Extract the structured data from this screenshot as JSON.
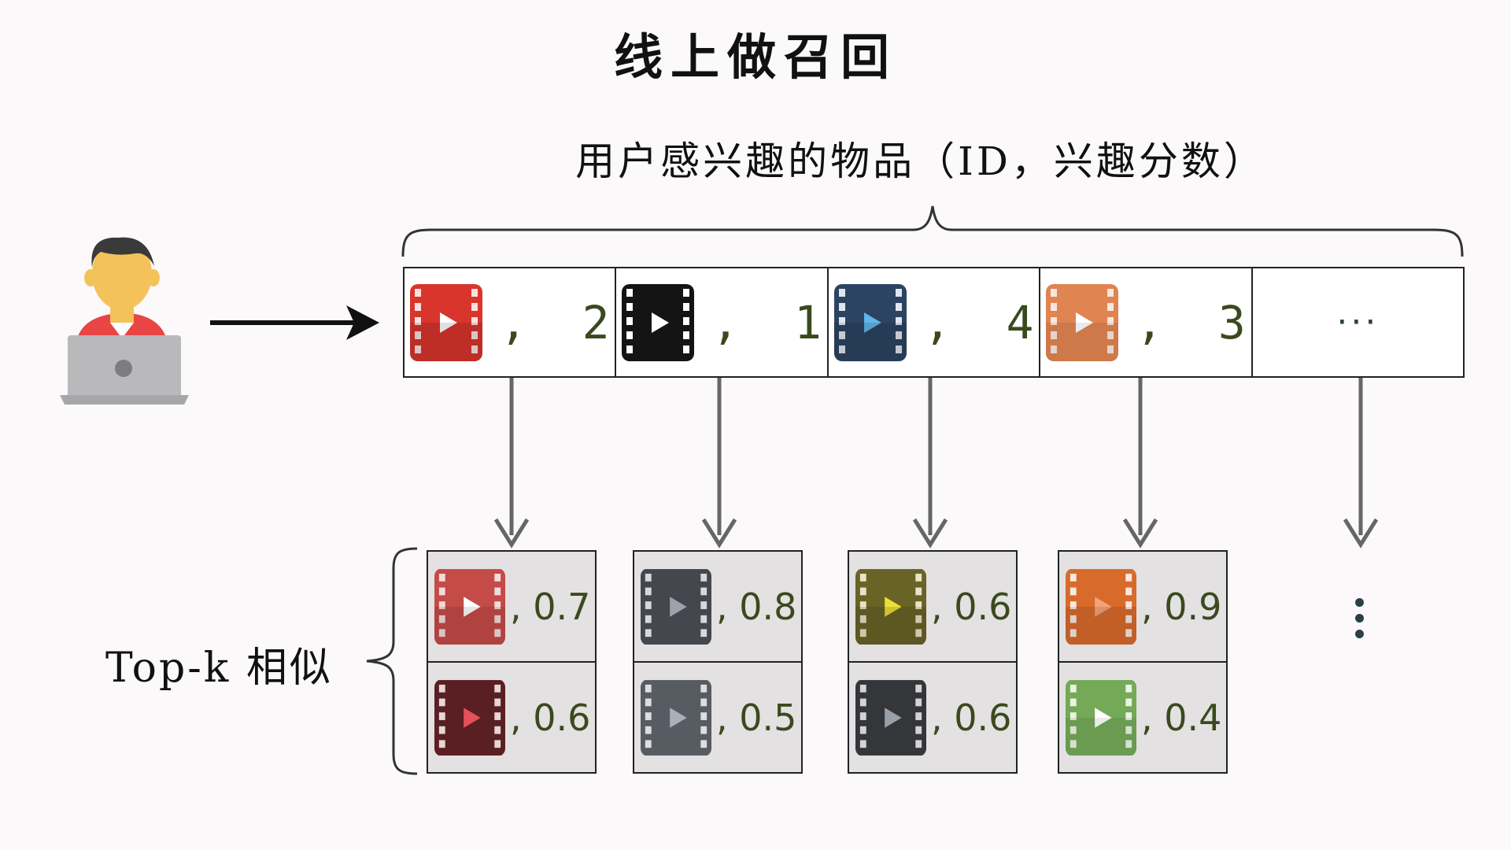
{
  "title": "线上做召回",
  "subtitle": "用户感兴趣的物品（ID，兴趣分数）",
  "user_icon": "user-with-laptop-icon",
  "interest_items": [
    {
      "icon": "video-icon",
      "color": "#d9352c",
      "separator": ",",
      "score": "2"
    },
    {
      "icon": "video-icon",
      "color": "#141414",
      "separator": ",",
      "score": "1"
    },
    {
      "icon": "video-icon",
      "color": "#2c4461",
      "separator": ",",
      "score": "4"
    },
    {
      "icon": "video-icon",
      "color": "#e08451",
      "separator": ",",
      "score": "3"
    }
  ],
  "more_items": "···",
  "topk_label": "Top-k 相似",
  "topk_columns": [
    [
      {
        "icon": "video-icon",
        "color": "#c44b47",
        "text": ", 0.7"
      },
      {
        "icon": "video-icon",
        "color": "#5a1f22",
        "text": ", 0.6"
      }
    ],
    [
      {
        "icon": "video-icon",
        "color": "#44474d",
        "text": ", 0.8"
      },
      {
        "icon": "video-icon",
        "color": "#575c63",
        "text": ", 0.5"
      }
    ],
    [
      {
        "icon": "video-icon",
        "color": "#6a6326",
        "text": ", 0.6"
      },
      {
        "icon": "video-icon",
        "color": "#34363a",
        "text": ", 0.6"
      }
    ],
    [
      {
        "icon": "video-icon",
        "color": "#d86a2c",
        "text": ", 0.9"
      },
      {
        "icon": "video-icon",
        "color": "#74a957",
        "text": ", 0.4"
      }
    ]
  ]
}
